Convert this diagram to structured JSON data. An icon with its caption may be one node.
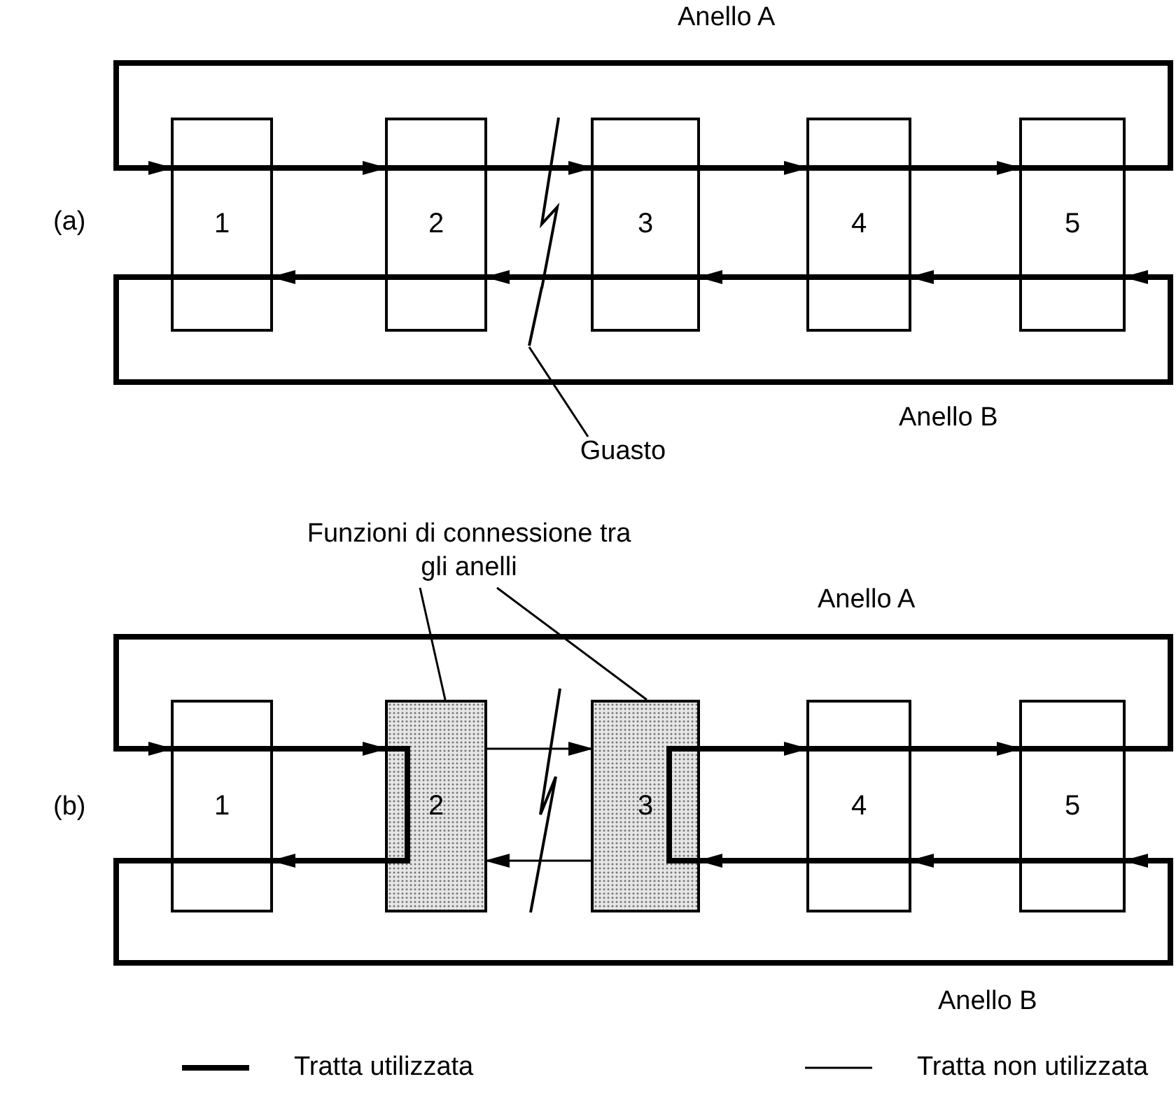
{
  "diagram": {
    "nodes": [
      {
        "text": [
          "1"
        ]
      },
      {
        "text": [
          "2"
        ]
      },
      {
        "text": [
          "3"
        ]
      },
      {
        "text": [
          "4"
        ]
      },
      {
        "text": [
          "5"
        ]
      },
      {
        "text": [
          "Guasto"
        ]
      },
      {
        "text": [
          "Funzioni di connessione tra gli anelli"
        ]
      },
      {
        "text": [
          "1"
        ]
      },
      {
        "text": [
          "2"
        ]
      },
      {
        "text": [
          "3"
        ]
      },
      {
        "text": [
          "4"
        ]
      },
      {
        "text": [
          "5"
        ]
      },
      {
        "text": [],
        "shape": "picture"
      }
    ],
    "edges": [
      {
        "from": 0,
        "to": 1,
        "arrow": "to"
      },
      {
        "from": 1,
        "to": 2,
        "arrow": "to"
      },
      {
        "from": 2,
        "to": 3,
        "arrow": "to"
      },
      {
        "from": 3,
        "to": 4,
        "arrow": "to"
      },
      {
        "from": 4,
        "to": 0,
        "arrow": "to",
        "label": "Anello A"
      },
      {
        "from": 4,
        "to": 3,
        "arrow": "to"
      },
      {
        "from": 3,
        "to": 2,
        "arrow": "to"
      },
      {
        "from": 2,
        "to": 1,
        "arrow": "to"
      },
      {
        "from": 1,
        "to": 0,
        "arrow": "to"
      },
      {
        "from": 0,
        "to": 4,
        "arrow": "to",
        "label": "Anello B"
      },
      {
        "from": 5,
        "to": 12,
        "arrow": "none"
      },
      {
        "from": 7,
        "to": 8,
        "arrow": "to"
      },
      {
        "from": 8,
        "to": 9,
        "arrow": "to"
      },
      {
        "from": 9,
        "to": 10,
        "arrow": "to"
      },
      {
        "from": 10,
        "to": 11,
        "arrow": "to"
      },
      {
        "from": 11,
        "to": 7,
        "arrow": "to",
        "label": "Anello A"
      },
      {
        "from": 11,
        "to": 10,
        "arrow": "to"
      },
      {
        "from": 10,
        "to": 9,
        "arrow": "to"
      },
      {
        "from": 9,
        "to": 8,
        "arrow": "to"
      },
      {
        "from": 8,
        "to": 7,
        "arrow": "to"
      },
      {
        "from": 7,
        "to": 11,
        "arrow": "to",
        "label": "Anello B"
      },
      {
        "from": 6,
        "to": 8,
        "arrow": "none"
      },
      {
        "from": 6,
        "to": 9,
        "arrow": "none"
      }
    ],
    "labels": [
      "(a)",
      "(b)"
    ],
    "legend": [
      {
        "text": "Tratta utilizzata"
      },
      {
        "text": "Tratta non utilizzata"
      }
    ]
  }
}
